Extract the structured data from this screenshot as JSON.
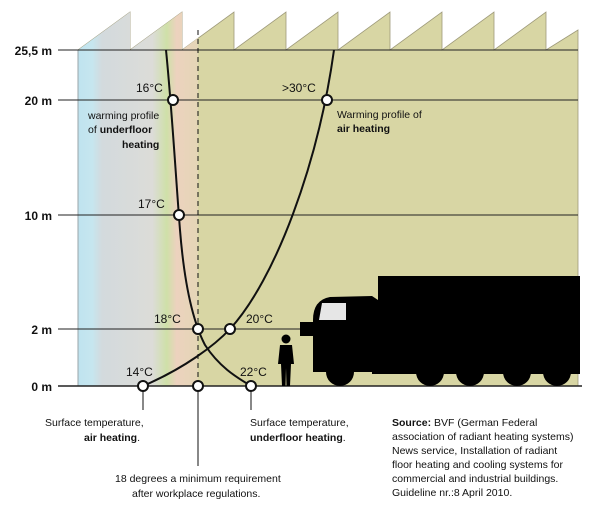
{
  "height_levels": [
    {
      "label": "25,5 m",
      "meters": 25.5
    },
    {
      "label": "20 m",
      "meters": 20
    },
    {
      "label": "10 m",
      "meters": 10
    },
    {
      "label": "2 m",
      "meters": 2
    },
    {
      "label": "0 m",
      "meters": 0
    }
  ],
  "profiles": {
    "underfloor": {
      "temps": [
        "16°C",
        "17°C",
        "18°C",
        "22°C"
      ],
      "label_line1": "warming profile",
      "label_line2_pre": "of ",
      "label_line2_bold": "underfloor",
      "label_line3_bold": "heating"
    },
    "air": {
      "temps": [
        ">30°C",
        "20°C",
        "14°C"
      ],
      "label_line1": "Warming profile of",
      "label_line2_bold": "air heating"
    }
  },
  "annotations": {
    "surface_air_line1": "Surface temperature,",
    "surface_air_line2_bold": "air heating",
    "surface_air_line2_end": ".",
    "surface_underfloor_line1": "Surface temperature,",
    "surface_underfloor_line2_bold": "underfloor heating",
    "surface_underfloor_line2_end": ".",
    "minimum_line1": "18 degrees a minimum requirement",
    "minimum_line2": "after workplace regulations."
  },
  "source": {
    "label": "Source:",
    "line1_rest": " BVF (German Federal",
    "line2": "association of radiant heating systems)",
    "line3": "News service, Installation of radiant",
    "line4": "floor heating and cooling systems for",
    "line5": "commercial and industrial buildings.",
    "line6": "Guideline nr.:8 April 2010."
  },
  "colors": {
    "wall_cool": "#d9dde0",
    "wall_light_blue": "#bfe3ef",
    "warm_band": "#c9dba0",
    "salmon_band": "#ead2bd",
    "hall_fill": "#d8d6a4",
    "line": "#111111",
    "vehicle": "#000000"
  }
}
